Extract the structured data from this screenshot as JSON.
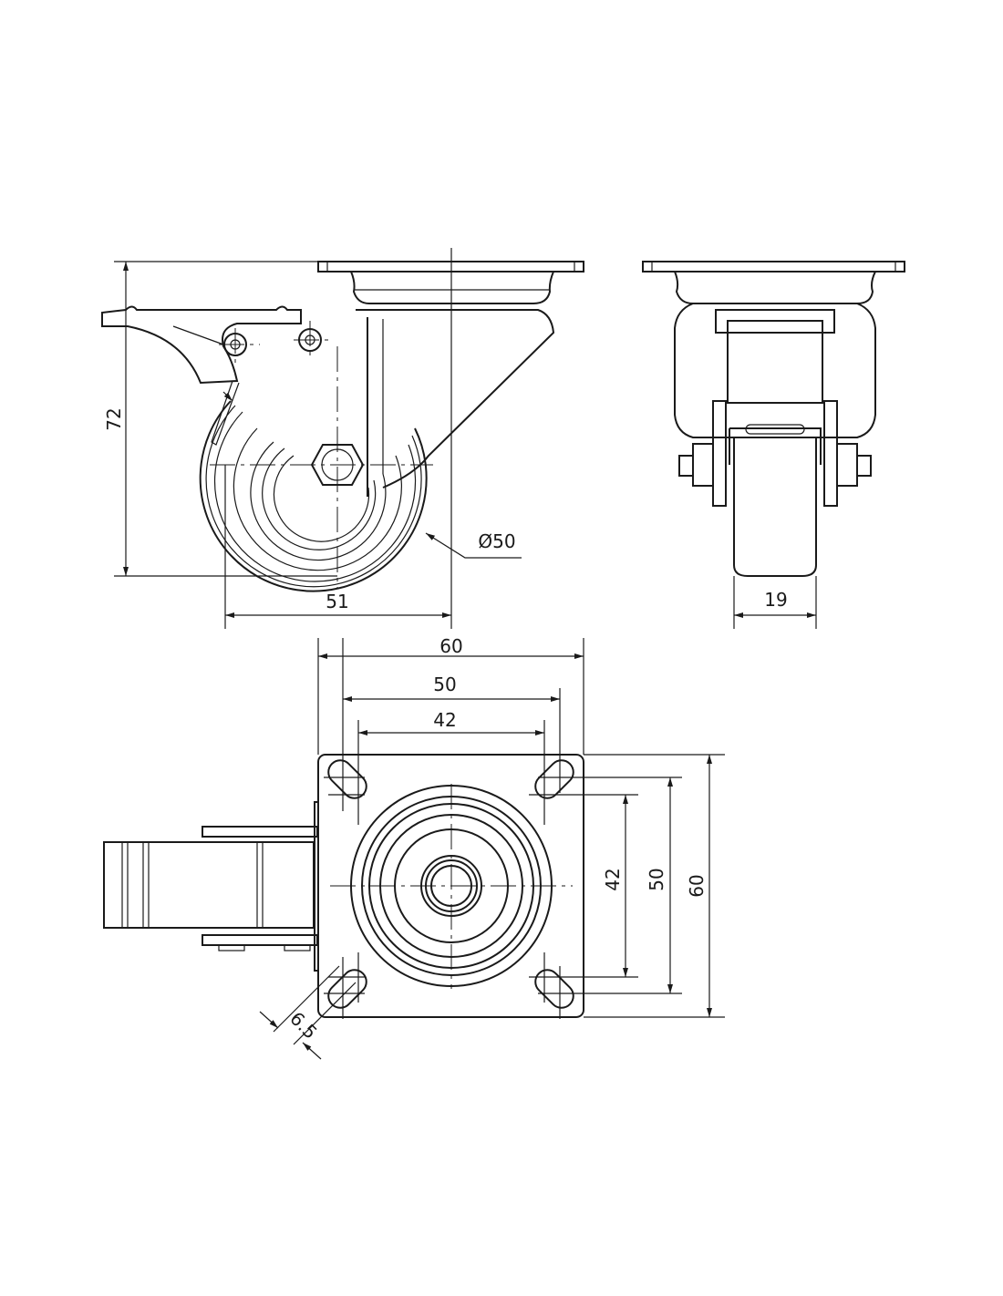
{
  "side_view": {
    "height_label": "72",
    "offset_label": "51",
    "wheel_diameter_label": "Ø50"
  },
  "front_view": {
    "wheel_width_label": "19"
  },
  "top_view": {
    "plate_width_label": "60",
    "hole_spacing_outer_x_label": "50",
    "hole_spacing_inner_x_label": "42",
    "hole_spacing_inner_y_label": "42",
    "hole_spacing_outer_y_label": "50",
    "plate_height_label": "60",
    "slot_width_label": "6.5"
  }
}
